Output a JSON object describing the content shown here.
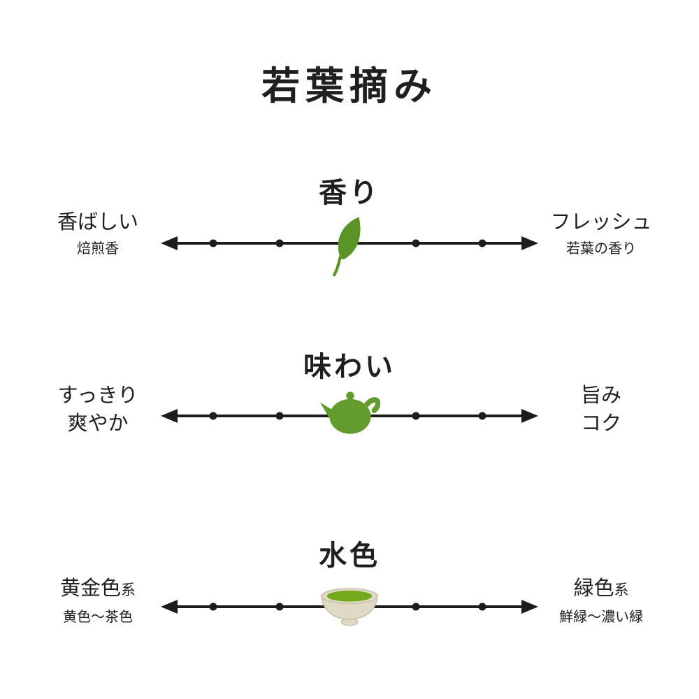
{
  "title": "若葉摘み",
  "colors": {
    "line": "#1c1c1c",
    "text": "#1f1f1f",
    "leaf": "#5a9427",
    "teapot": "#639b2d",
    "bowl": "#dedac5",
    "tea": "#74a81d"
  },
  "scales": [
    {
      "heading": "香り",
      "left_main": "香ばしい",
      "left_sub": "焙煎香",
      "right_main": "フレッシュ",
      "right_sub": "若葉の香り",
      "icon": "leaf-icon",
      "marker_percent": 50
    },
    {
      "heading": "味わい",
      "left_main": "すっきり",
      "left_sub": "爽やか",
      "right_main": "旨み",
      "right_sub": "コク",
      "icon": "teapot-icon",
      "marker_percent": 50
    },
    {
      "heading": "水色",
      "left_main": "黄金色",
      "left_suffix": "系",
      "left_sub": "黄色〜茶色",
      "right_main": "緑色",
      "right_suffix": "系",
      "right_sub": "鮮緑〜濃い緑",
      "icon": "teacup-icon",
      "marker_percent": 50
    }
  ],
  "chart_data": {
    "type": "scale",
    "title": "若葉摘み",
    "ticks_per_scale": 5,
    "scales": [
      {
        "name": "香り",
        "left_end": "香ばしい（焙煎香）",
        "right_end": "フレッシュ（若葉の香り）",
        "value": 3,
        "range": [
          1,
          5
        ],
        "marker_icon": "leaf"
      },
      {
        "name": "味わい",
        "left_end": "すっきり・爽やか",
        "right_end": "旨み・コク",
        "value": 3,
        "range": [
          1,
          5
        ],
        "marker_icon": "teapot"
      },
      {
        "name": "水色",
        "left_end": "黄金色系（黄色〜茶色）",
        "right_end": "緑色系（鮮緑〜濃い緑）",
        "value": 3,
        "range": [
          1,
          5
        ],
        "marker_icon": "teacup"
      }
    ]
  }
}
